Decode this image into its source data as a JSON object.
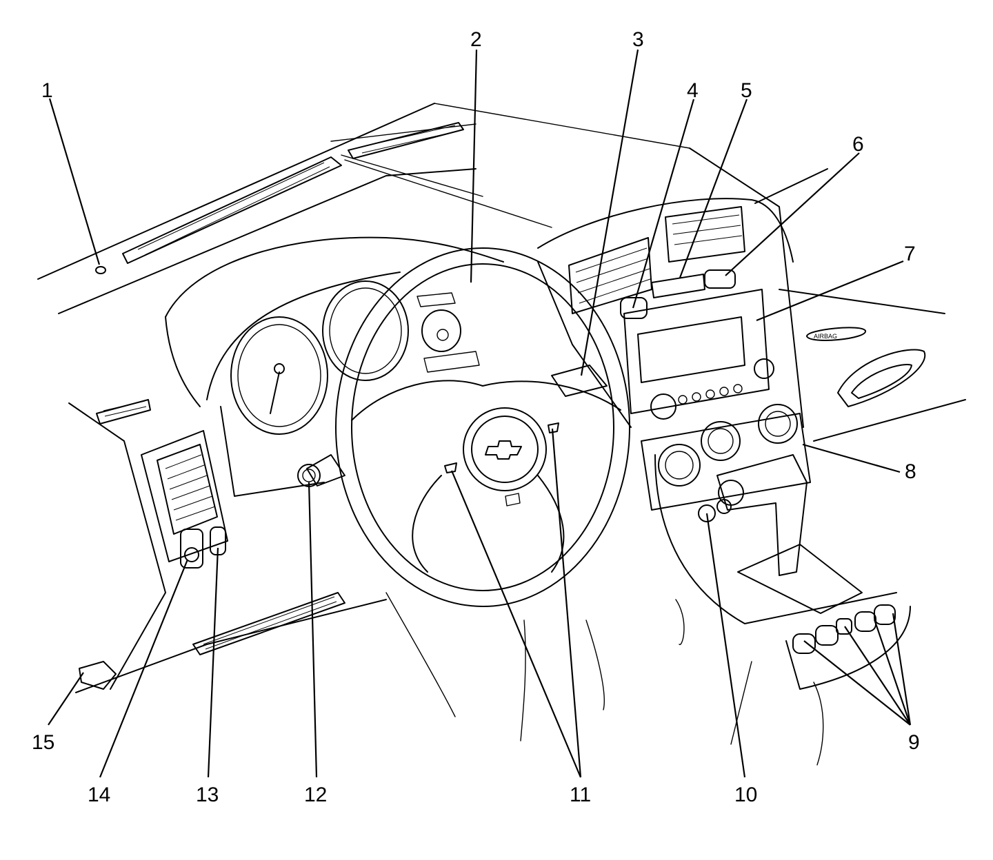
{
  "diagram": {
    "airbag_badge": "AIRBAG",
    "callouts": [
      {
        "id": "1",
        "label": "1"
      },
      {
        "id": "2",
        "label": "2"
      },
      {
        "id": "3",
        "label": "3"
      },
      {
        "id": "4",
        "label": "4"
      },
      {
        "id": "5",
        "label": "5"
      },
      {
        "id": "6",
        "label": "6"
      },
      {
        "id": "7",
        "label": "7"
      },
      {
        "id": "8",
        "label": "8"
      },
      {
        "id": "9",
        "label": "9"
      },
      {
        "id": "10",
        "label": "10"
      },
      {
        "id": "11",
        "label": "11"
      },
      {
        "id": "12",
        "label": "12"
      },
      {
        "id": "13",
        "label": "13"
      },
      {
        "id": "14",
        "label": "14"
      },
      {
        "id": "15",
        "label": "15"
      }
    ]
  }
}
